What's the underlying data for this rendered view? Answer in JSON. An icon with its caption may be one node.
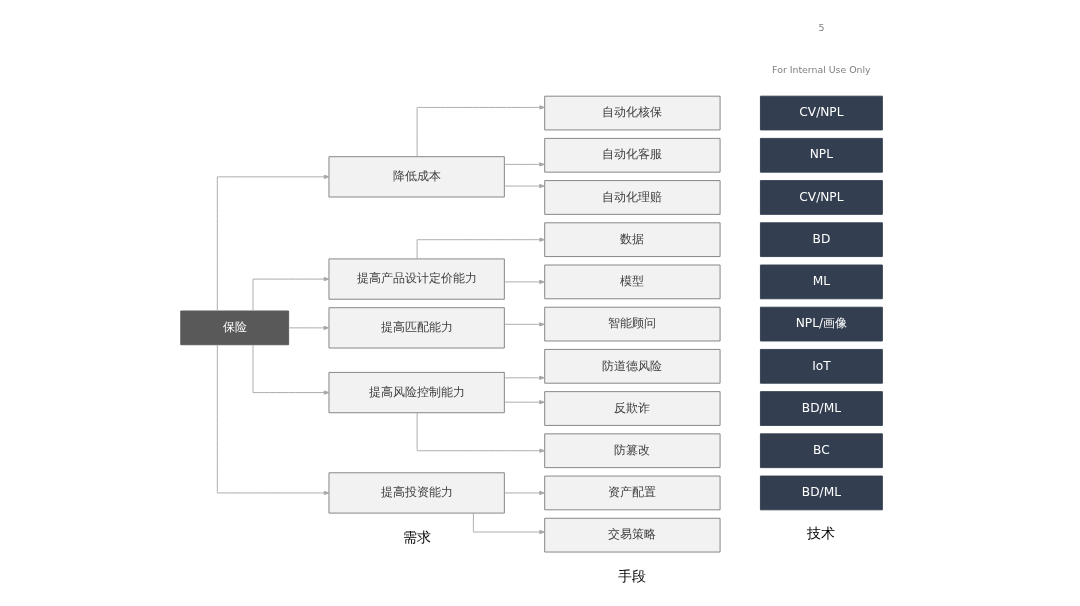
{
  "diagram": {
    "nodes": [
      {
        "text": [
          "保险"
        ]
      },
      {
        "text": [
          "降低成本"
        ]
      },
      {
        "text": [
          "提高产品设计定价能力"
        ]
      },
      {
        "text": [
          "提高匹配能力"
        ]
      },
      {
        "text": [
          "提高风险控制能力"
        ]
      },
      {
        "text": [
          "提高投资能力"
        ]
      },
      {
        "text": [
          "自动化核保"
        ]
      },
      {
        "text": [
          "自动化客服"
        ]
      },
      {
        "text": [
          "自动化理赔"
        ]
      },
      {
        "text": [
          "数据"
        ]
      },
      {
        "text": [
          "模型"
        ]
      },
      {
        "text": [
          "智能顾问"
        ]
      },
      {
        "text": [
          "防道德风险"
        ]
      },
      {
        "text": [
          "反欺诈"
        ]
      },
      {
        "text": [
          "防篡改"
        ]
      },
      {
        "text": [
          "资产配置"
        ]
      },
      {
        "text": [
          "交易策略"
        ]
      },
      {
        "text": [
          "CV/NPL"
        ]
      },
      {
        "text": [
          "NPL"
        ]
      },
      {
        "text": [
          "CV/NPL"
        ]
      },
      {
        "text": [
          "BD"
        ]
      },
      {
        "text": [
          "ML"
        ]
      },
      {
        "text": [
          "NPL/画像"
        ]
      },
      {
        "text": [
          "IoT"
        ]
      },
      {
        "text": [
          "BD/ML"
        ]
      },
      {
        "text": [
          "BC"
        ]
      },
      {
        "text": [
          "BD/ML"
        ]
      }
    ],
    "edges": [
      {
        "from": 0,
        "to": 1,
        "arrow": "to"
      },
      {
        "from": 0,
        "to": 2,
        "arrow": "to"
      },
      {
        "from": 0,
        "to": 3,
        "arrow": "to"
      },
      {
        "from": 0,
        "to": 4,
        "arrow": "to"
      },
      {
        "from": 0,
        "to": 5,
        "arrow": "to"
      },
      {
        "from": 1,
        "to": 6,
        "arrow": "to"
      },
      {
        "from": 1,
        "to": 7,
        "arrow": "to"
      },
      {
        "from": 1,
        "to": 8,
        "arrow": "to"
      },
      {
        "from": 2,
        "to": 9,
        "arrow": "to"
      },
      {
        "from": 2,
        "to": 10,
        "arrow": "to"
      },
      {
        "from": 3,
        "to": 11,
        "arrow": "to"
      },
      {
        "from": 4,
        "to": 12,
        "arrow": "to"
      },
      {
        "from": 4,
        "to": 13,
        "arrow": "to"
      },
      {
        "from": 4,
        "to": 14,
        "arrow": "to"
      },
      {
        "from": 5,
        "to": 15,
        "arrow": "to"
      },
      {
        "from": 5,
        "to": 16,
        "arrow": "to"
      }
    ],
    "labels": [
      "需求",
      "手段",
      "技术",
      "For Internal Use Only",
      "5"
    ]
  }
}
